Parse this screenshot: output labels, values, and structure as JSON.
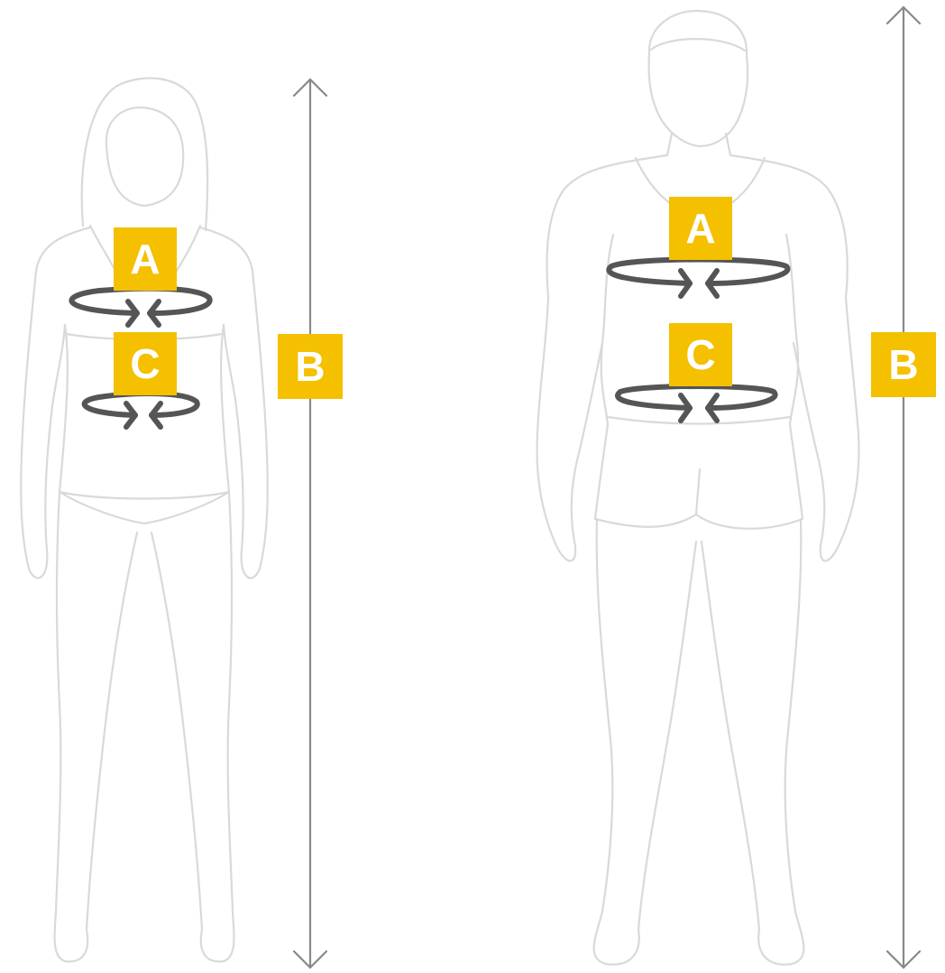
{
  "colors": {
    "label_bg": "#f4c000",
    "label_text": "#ffffff",
    "outline": "#d9d9d9",
    "measure_arrow": "#555555",
    "height_arrow": "#888888"
  },
  "figures": [
    {
      "id": "female",
      "labels": {
        "chest": "A",
        "waist": "C",
        "height": "B"
      }
    },
    {
      "id": "male",
      "labels": {
        "chest": "A",
        "waist": "C",
        "height": "B"
      }
    }
  ]
}
